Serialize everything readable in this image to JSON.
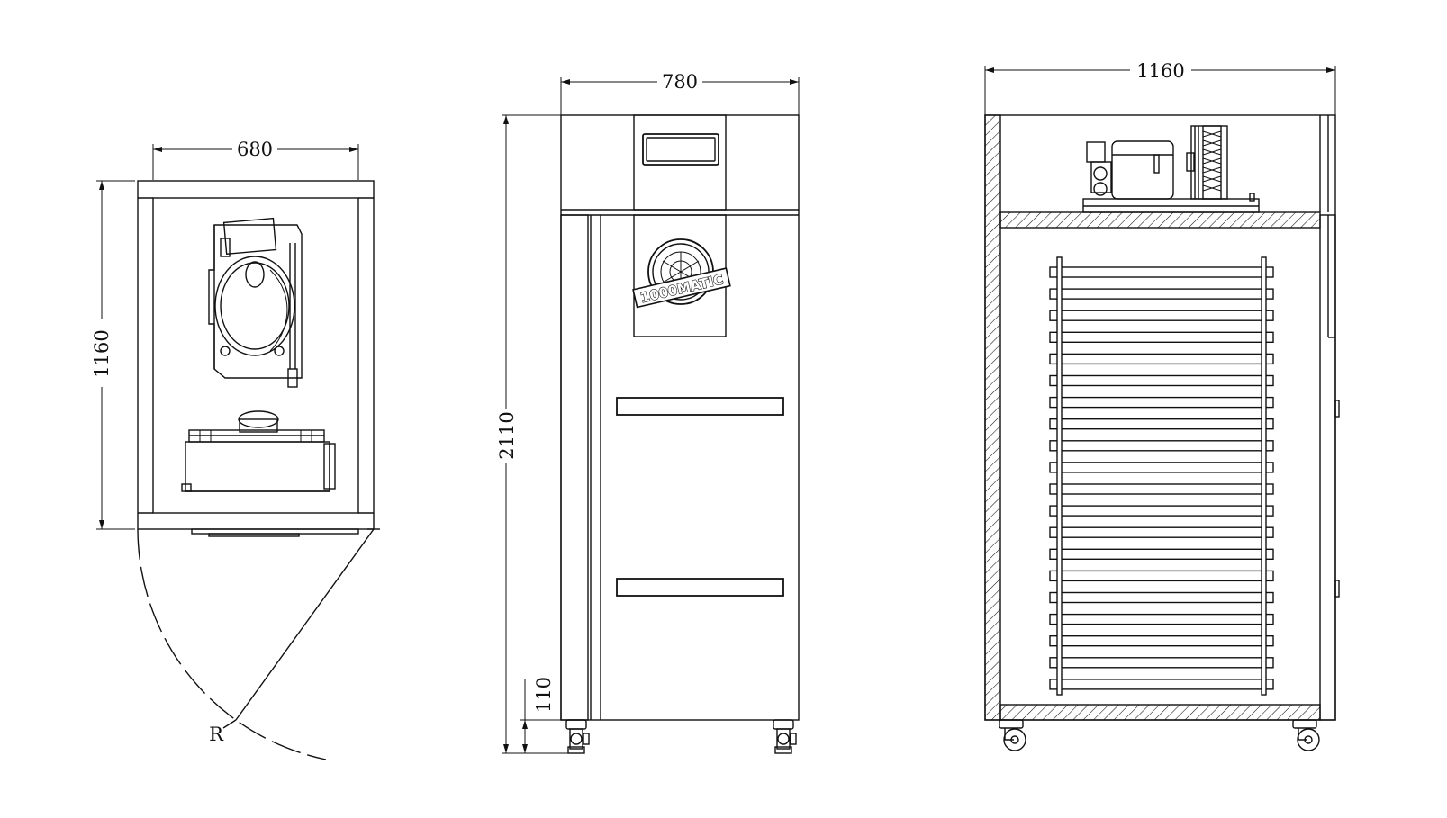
{
  "dimensions": {
    "top_view_width": "680",
    "top_view_depth": "1160",
    "door_swing_radius": "R",
    "front_width": "780",
    "front_height": "2110",
    "leg_height": "110",
    "side_depth": "1160"
  },
  "logo": {
    "text": "1000MATIC"
  },
  "colors": {
    "line": "#111111",
    "background": "#ffffff"
  }
}
